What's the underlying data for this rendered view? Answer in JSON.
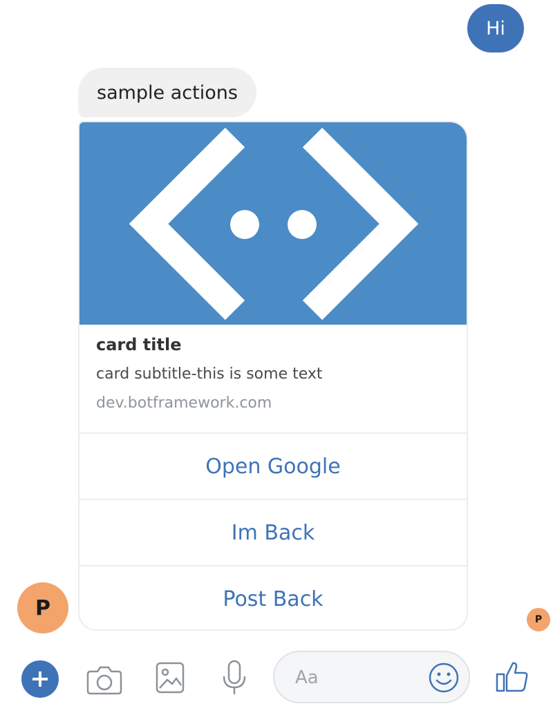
{
  "conversation": {
    "outgoing_message": "Hi",
    "incoming_message": "sample actions"
  },
  "card": {
    "title": "card title",
    "subtitle": "card subtitle-this is some text",
    "url": "dev.botframework.com",
    "actions": [
      {
        "label": "Open Google"
      },
      {
        "label": "Im Back"
      },
      {
        "label": "Post Back"
      }
    ],
    "hero_color": "#4b8cc6",
    "hero_icon": "bot-framework-logo-icon"
  },
  "avatars": {
    "bot_initial": "P",
    "read_receipt_initial": "P",
    "color": "#f3a46b"
  },
  "composer": {
    "placeholder": "Aa",
    "icons": [
      "plus-icon",
      "camera-icon",
      "image-icon",
      "microphone-icon",
      "emoji-icon",
      "thumbs-up-icon"
    ]
  },
  "colors": {
    "accent": "#3f73b8",
    "bubble_gray": "#f1f0f0"
  }
}
